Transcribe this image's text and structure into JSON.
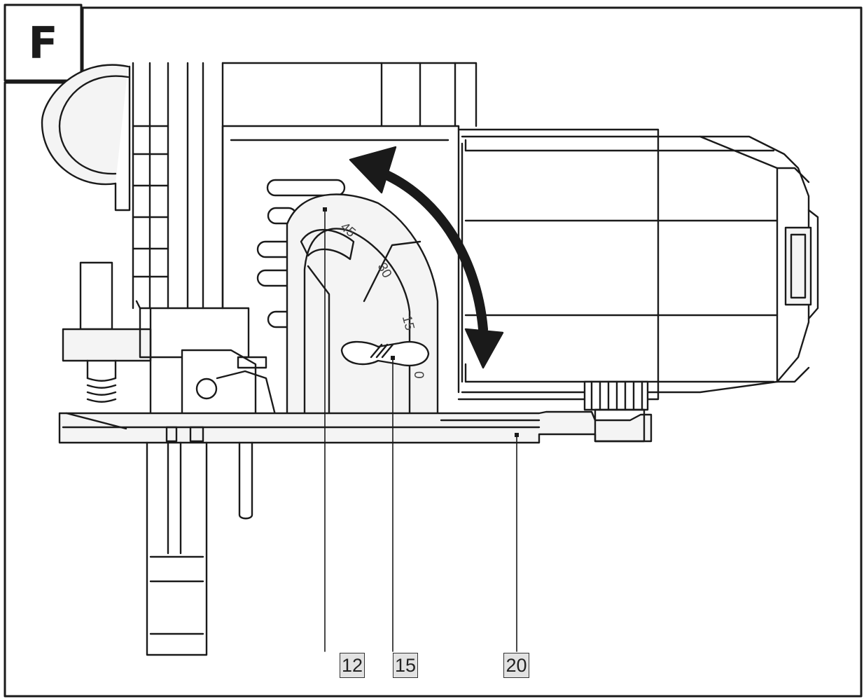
{
  "figure": {
    "label": "F"
  },
  "scale": {
    "marks": [
      "45",
      "30",
      "15",
      "0"
    ]
  },
  "callouts": [
    {
      "id": "12",
      "label": "12"
    },
    {
      "id": "15",
      "label": "15"
    },
    {
      "id": "20",
      "label": "20"
    }
  ],
  "colors": {
    "line": "#1a1a1a",
    "grey_fill": "#dddddd",
    "light_fill": "#f4f4f4",
    "callout_bg": "#e2e2e2"
  },
  "icons": {
    "arrow": "double-headed-curved-arrow",
    "knob": "bevel-locking-knob-icon"
  }
}
